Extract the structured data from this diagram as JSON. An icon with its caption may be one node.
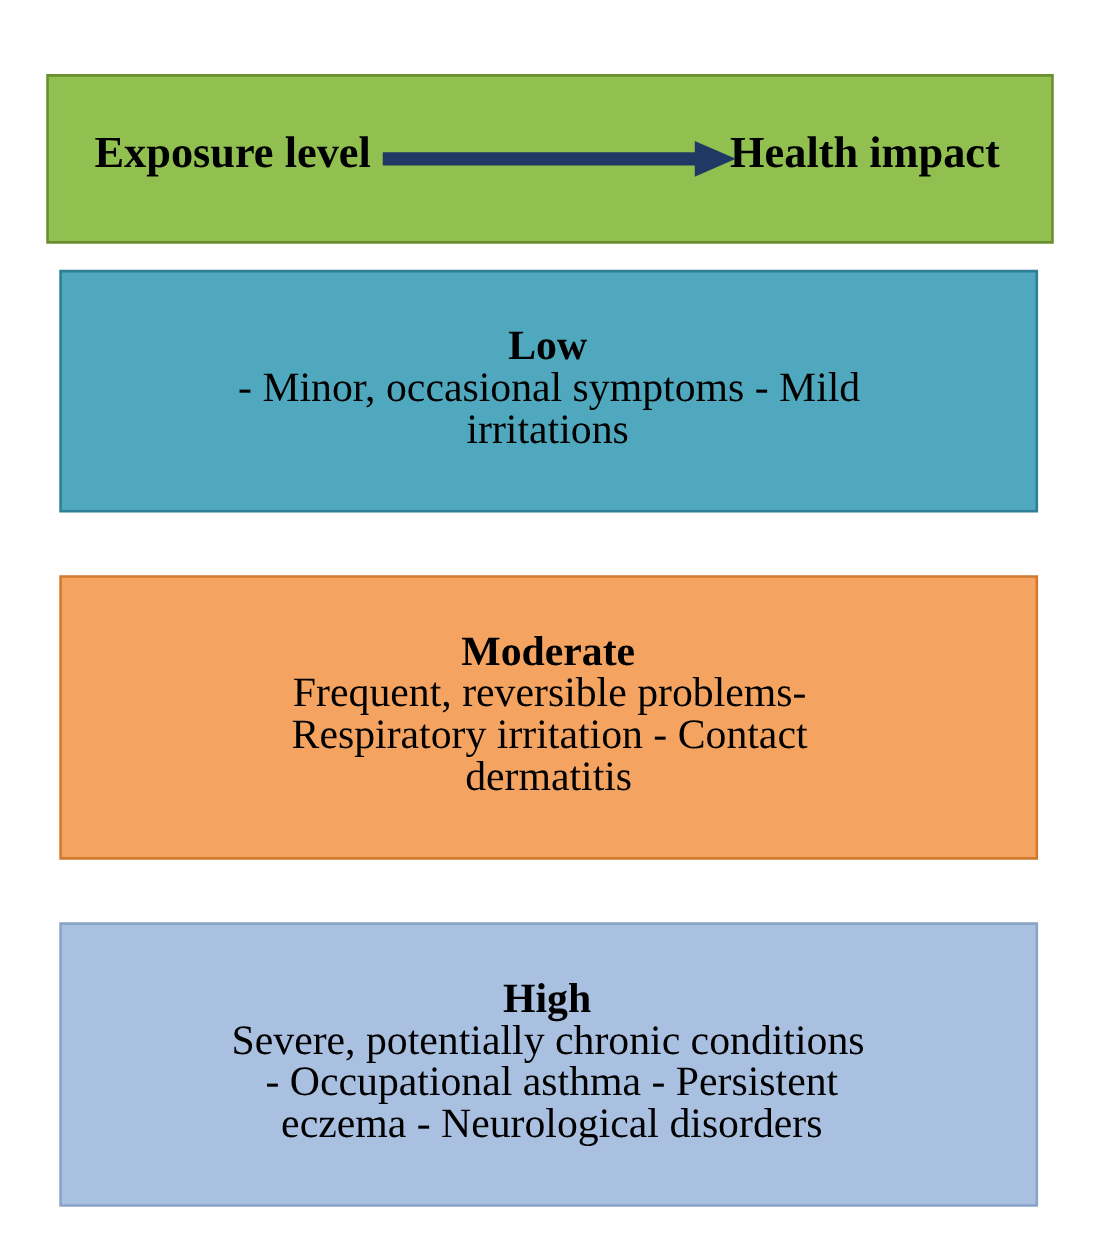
{
  "diagram": {
    "nodes": [
      {
        "text": [],
        "shape": "box"
      },
      {
        "text": [
          "Exposure level"
        ],
        "in": 0
      },
      {
        "text": [
          "Health impact"
        ],
        "in": 0
      },
      {
        "text": [
          "Low",
          "- Minor, occasional symptoms - Mild irritations"
        ]
      },
      {
        "text": [
          "Moderate",
          "Frequent, reversible problems- Respiratory irritation - Contact dermatitis"
        ]
      },
      {
        "text": [
          "High",
          "Severe, potentially chronic conditions - Occupational asthma - Persistent eczema - Neurological disorders"
        ]
      }
    ],
    "edges": [
      {
        "from": 1,
        "to": 2,
        "arrow": "to"
      }
    ]
  }
}
